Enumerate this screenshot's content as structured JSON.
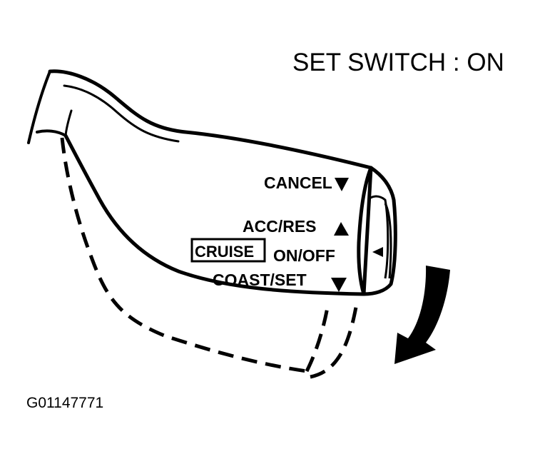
{
  "title": "SET SWITCH : ON",
  "figure_id": "G01147771",
  "lever_labels": {
    "cancel": "CANCEL",
    "acc_res": "ACC/RES",
    "cruise": "CRUISE",
    "on_off": "ON/OFF",
    "coast_set": "COAST/SET"
  }
}
